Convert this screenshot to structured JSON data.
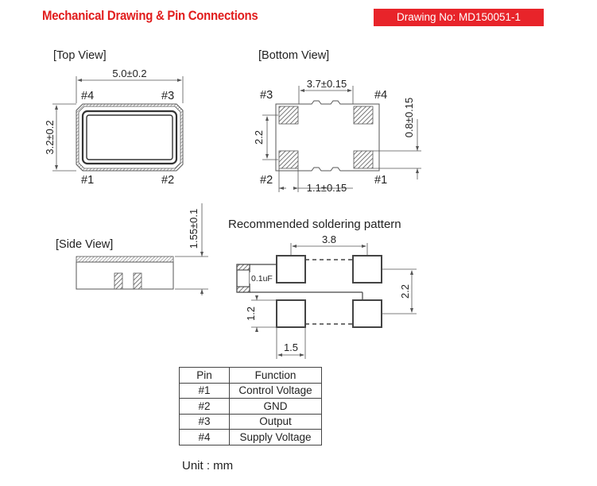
{
  "header": {
    "title": "Mechanical Drawing & Pin Connections",
    "drawing_no": "Drawing No: MD150051-1"
  },
  "colors": {
    "title": "#e11d1d",
    "badge": "#e8242a",
    "hatch": "#555555"
  },
  "top_view": {
    "label": "[Top View]",
    "width_dim": "5.0±0.2",
    "height_dim": "3.2±0.2",
    "pins": {
      "p1": "#1",
      "p2": "#2",
      "p3": "#3",
      "p4": "#4"
    }
  },
  "bottom_view": {
    "label": "[Bottom View]",
    "pad_spacing_dim": "3.7±0.15",
    "pad_height_dim": "0.8±0.15",
    "vertical_dim": "2.2",
    "pad_width_dim": "1.1±0.15",
    "pins": {
      "p1": "#1",
      "p2": "#2",
      "p3": "#3",
      "p4": "#4"
    }
  },
  "side_view": {
    "label": "[Side View]",
    "height_dim": "1.55±0.1"
  },
  "soldering": {
    "title": "Recommended soldering pattern",
    "spacing_dim": "3.8",
    "height_dim": "2.2",
    "pad_h_dim": "1.2",
    "pad_w_dim": "1.5",
    "capacitor": "0.1uF"
  },
  "pin_table": {
    "headers": [
      "Pin",
      "Function"
    ],
    "rows": [
      [
        "#1",
        "Control Voltage"
      ],
      [
        "#2",
        "GND"
      ],
      [
        "#3",
        "Output"
      ],
      [
        "#4",
        "Supply Voltage"
      ]
    ]
  },
  "unit": "Unit : mm"
}
